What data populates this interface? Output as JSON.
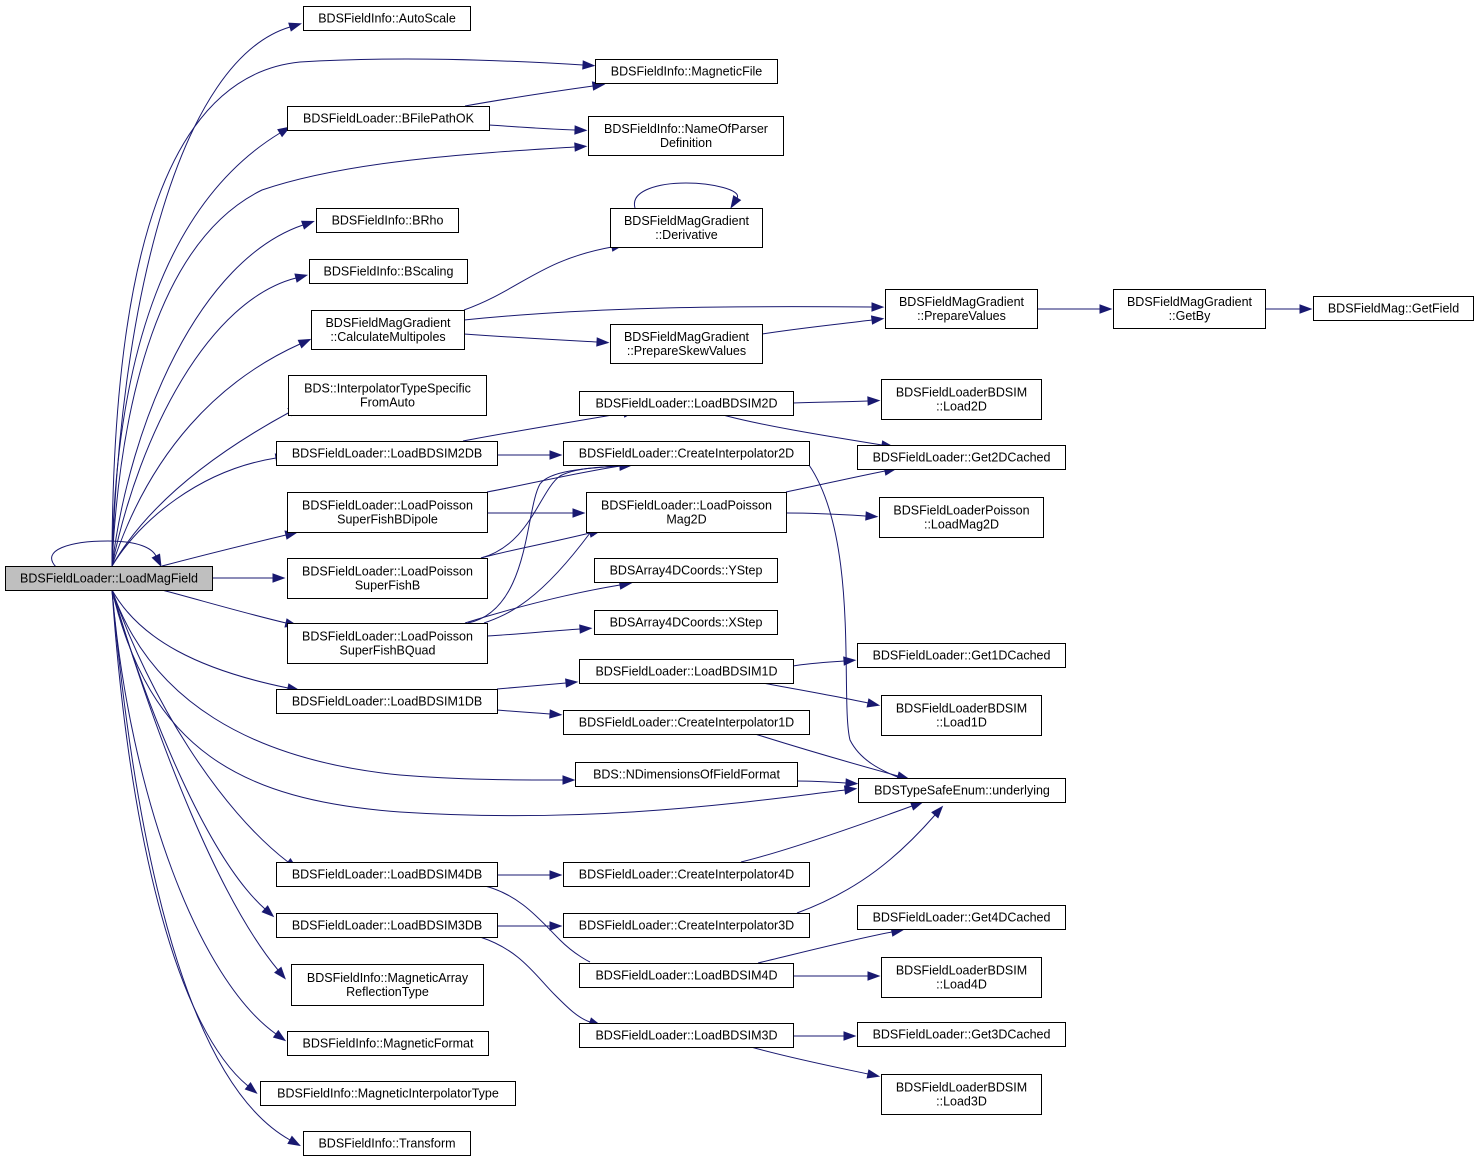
{
  "diagram": {
    "type": "call-graph",
    "colors": {
      "edge": "#191970",
      "root_fill": "#bfbfbf",
      "node_fill": "#ffffff",
      "node_border": "#000000"
    },
    "nodes": [
      {
        "id": "root",
        "lines": [
          "BDSFieldLoader::LoadMagField"
        ]
      },
      {
        "id": "autoscale",
        "lines": [
          "BDSFieldInfo::AutoScale"
        ]
      },
      {
        "id": "magfile",
        "lines": [
          "BDSFieldInfo::MagneticFile"
        ]
      },
      {
        "id": "bfilepath",
        "lines": [
          "BDSFieldLoader::BFilePathOK"
        ]
      },
      {
        "id": "nameparser",
        "lines": [
          "BDSFieldInfo::NameOfParser",
          "Definition"
        ]
      },
      {
        "id": "brho",
        "lines": [
          "BDSFieldInfo::BRho"
        ]
      },
      {
        "id": "deriv",
        "lines": [
          "BDSFieldMagGradient",
          "::Derivative"
        ]
      },
      {
        "id": "bscaling",
        "lines": [
          "BDSFieldInfo::BScaling"
        ]
      },
      {
        "id": "calcmulti",
        "lines": [
          "BDSFieldMagGradient",
          "::CalculateMultipoles"
        ]
      },
      {
        "id": "prepvals",
        "lines": [
          "BDSFieldMagGradient",
          "::PrepareValues"
        ]
      },
      {
        "id": "getby",
        "lines": [
          "BDSFieldMagGradient",
          "::GetBy"
        ]
      },
      {
        "id": "getfield",
        "lines": [
          "BDSFieldMag::GetField"
        ]
      },
      {
        "id": "prepskew",
        "lines": [
          "BDSFieldMagGradient",
          "::PrepareSkewValues"
        ]
      },
      {
        "id": "interp",
        "lines": [
          "BDS::InterpolatorTypeSpecific",
          "FromAuto"
        ]
      },
      {
        "id": "bdsim2d",
        "lines": [
          "BDSFieldLoader::LoadBDSIM2D"
        ]
      },
      {
        "id": "load2d",
        "lines": [
          "BDSFieldLoaderBDSIM",
          "::Load2D"
        ]
      },
      {
        "id": "bdsim2db",
        "lines": [
          "BDSFieldLoader::LoadBDSIM2DB"
        ]
      },
      {
        "id": "ci2d",
        "lines": [
          "BDSFieldLoader::CreateInterpolator2D"
        ]
      },
      {
        "id": "get2d",
        "lines": [
          "BDSFieldLoader::Get2DCached"
        ]
      },
      {
        "id": "psbdipole",
        "lines": [
          "BDSFieldLoader::LoadPoisson",
          "SuperFishBDipole"
        ]
      },
      {
        "id": "pmag2d",
        "lines": [
          "BDSFieldLoader::LoadPoisson",
          "Mag2D"
        ]
      },
      {
        "id": "loadmag2d",
        "lines": [
          "BDSFieldLoaderPoisson",
          "::LoadMag2D"
        ]
      },
      {
        "id": "psb",
        "lines": [
          "BDSFieldLoader::LoadPoisson",
          "SuperFishB"
        ]
      },
      {
        "id": "ystep",
        "lines": [
          "BDSArray4DCoords::YStep"
        ]
      },
      {
        "id": "psbquad",
        "lines": [
          "BDSFieldLoader::LoadPoisson",
          "SuperFishBQuad"
        ]
      },
      {
        "id": "xstep",
        "lines": [
          "BDSArray4DCoords::XStep"
        ]
      },
      {
        "id": "bdsim1d",
        "lines": [
          "BDSFieldLoader::LoadBDSIM1D"
        ]
      },
      {
        "id": "get1d",
        "lines": [
          "BDSFieldLoader::Get1DCached"
        ]
      },
      {
        "id": "bdsim1db",
        "lines": [
          "BDSFieldLoader::LoadBDSIM1DB"
        ]
      },
      {
        "id": "load1d",
        "lines": [
          "BDSFieldLoaderBDSIM",
          "::Load1D"
        ]
      },
      {
        "id": "ci1d",
        "lines": [
          "BDSFieldLoader::CreateInterpolator1D"
        ]
      },
      {
        "id": "ndims",
        "lines": [
          "BDS::NDimensionsOfFieldFormat"
        ]
      },
      {
        "id": "underlying",
        "lines": [
          "BDSTypeSafeEnum::underlying"
        ]
      },
      {
        "id": "bdsim4db",
        "lines": [
          "BDSFieldLoader::LoadBDSIM4DB"
        ]
      },
      {
        "id": "ci4d",
        "lines": [
          "BDSFieldLoader::CreateInterpolator4D"
        ]
      },
      {
        "id": "get4d",
        "lines": [
          "BDSFieldLoader::Get4DCached"
        ]
      },
      {
        "id": "bdsim3db",
        "lines": [
          "BDSFieldLoader::LoadBDSIM3DB"
        ]
      },
      {
        "id": "ci3d",
        "lines": [
          "BDSFieldLoader::CreateInterpolator3D"
        ]
      },
      {
        "id": "bdsim4d",
        "lines": [
          "BDSFieldLoader::LoadBDSIM4D"
        ]
      },
      {
        "id": "load4d",
        "lines": [
          "BDSFieldLoaderBDSIM",
          "::Load4D"
        ]
      },
      {
        "id": "magarray",
        "lines": [
          "BDSFieldInfo::MagneticArray",
          "ReflectionType"
        ]
      },
      {
        "id": "magformat",
        "lines": [
          "BDSFieldInfo::MagneticFormat"
        ]
      },
      {
        "id": "bdsim3d",
        "lines": [
          "BDSFieldLoader::LoadBDSIM3D"
        ]
      },
      {
        "id": "get3d",
        "lines": [
          "BDSFieldLoader::Get3DCached"
        ]
      },
      {
        "id": "load3d",
        "lines": [
          "BDSFieldLoaderBDSIM",
          "::Load3D"
        ]
      },
      {
        "id": "maginterp",
        "lines": [
          "BDSFieldInfo::MagneticInterpolatorType"
        ]
      },
      {
        "id": "transform",
        "lines": [
          "BDSFieldInfo::Transform"
        ]
      }
    ],
    "edges": [
      [
        "root",
        "root"
      ],
      [
        "root",
        "autoscale"
      ],
      [
        "root",
        "magfile"
      ],
      [
        "root",
        "bfilepath"
      ],
      [
        "root",
        "nameparser"
      ],
      [
        "root",
        "brho"
      ],
      [
        "root",
        "bscaling"
      ],
      [
        "root",
        "calcmulti"
      ],
      [
        "root",
        "interp"
      ],
      [
        "root",
        "bdsim2db"
      ],
      [
        "root",
        "psbdipole"
      ],
      [
        "root",
        "psb"
      ],
      [
        "root",
        "psbquad"
      ],
      [
        "root",
        "bdsim1db"
      ],
      [
        "root",
        "ndims"
      ],
      [
        "root",
        "underlying"
      ],
      [
        "root",
        "bdsim4db"
      ],
      [
        "root",
        "bdsim3db"
      ],
      [
        "root",
        "magarray"
      ],
      [
        "root",
        "magformat"
      ],
      [
        "root",
        "maginterp"
      ],
      [
        "root",
        "transform"
      ],
      [
        "bfilepath",
        "magfile"
      ],
      [
        "bfilepath",
        "nameparser"
      ],
      [
        "deriv",
        "deriv"
      ],
      [
        "calcmulti",
        "deriv"
      ],
      [
        "calcmulti",
        "prepvals"
      ],
      [
        "calcmulti",
        "prepskew"
      ],
      [
        "prepskew",
        "prepvals"
      ],
      [
        "prepvals",
        "getby"
      ],
      [
        "getby",
        "getfield"
      ],
      [
        "bdsim2db",
        "bdsim2d"
      ],
      [
        "bdsim2db",
        "ci2d"
      ],
      [
        "bdsim2d",
        "load2d"
      ],
      [
        "bdsim2d",
        "get2d"
      ],
      [
        "psbdipole",
        "ci2d"
      ],
      [
        "psbdipole",
        "pmag2d"
      ],
      [
        "psb",
        "ci2d"
      ],
      [
        "psb",
        "pmag2d"
      ],
      [
        "psbquad",
        "ci2d"
      ],
      [
        "psbquad",
        "pmag2d"
      ],
      [
        "psbquad",
        "ystep"
      ],
      [
        "psbquad",
        "xstep"
      ],
      [
        "pmag2d",
        "get2d"
      ],
      [
        "pmag2d",
        "loadmag2d"
      ],
      [
        "ci2d",
        "underlying"
      ],
      [
        "bdsim1db",
        "bdsim1d"
      ],
      [
        "bdsim1db",
        "ci1d"
      ],
      [
        "bdsim1d",
        "get1d"
      ],
      [
        "bdsim1d",
        "load1d"
      ],
      [
        "ci1d",
        "underlying"
      ],
      [
        "ndims",
        "underlying"
      ],
      [
        "bdsim4db",
        "ci4d"
      ],
      [
        "bdsim4db",
        "bdsim4d"
      ],
      [
        "ci4d",
        "underlying"
      ],
      [
        "bdsim3db",
        "ci3d"
      ],
      [
        "bdsim3db",
        "bdsim3d"
      ],
      [
        "ci3d",
        "underlying"
      ],
      [
        "bdsim4d",
        "get4d"
      ],
      [
        "bdsim4d",
        "load4d"
      ],
      [
        "bdsim3d",
        "get3d"
      ],
      [
        "bdsim3d",
        "load3d"
      ]
    ]
  }
}
